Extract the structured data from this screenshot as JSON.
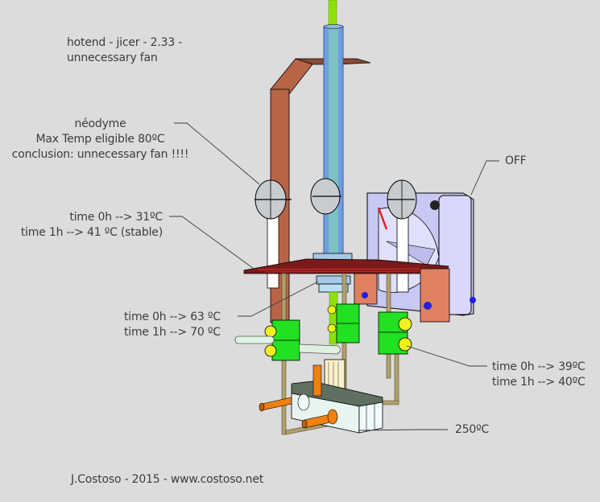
{
  "title": {
    "line1": "hotend - jicer - 2.33 -",
    "line2": "unnecessary fan"
  },
  "annotations": {
    "magnet": {
      "line1": "néodyme",
      "line2": "Max Temp eligible 80ºC",
      "line3": "conclusion: unnecessary fan !!!!"
    },
    "plate": {
      "line1": "time 0h --> 31ºC",
      "line2": "time 1h --> 41 ºC (stable)"
    },
    "barrel": {
      "line1": "time 0h --> 63 ºC",
      "line2": "time 1h --> 70 ºC"
    },
    "terminal": {
      "line1": "time 0h --> 39ºC",
      "line2": "time 1h --> 40ºC"
    },
    "heater_block": {
      "line1": "250ºC"
    },
    "fan": {
      "line1": "OFF"
    }
  },
  "footer": {
    "credit": "J.Costoso - 2015 - www.costoso.net"
  },
  "colors": {
    "background": "#dcdcdc",
    "text": "#3c3c3c",
    "copper": "#b86446",
    "ptfe_tube": "#6f9de0",
    "filament": "#8ee000",
    "terminal_block": "#22e022",
    "screw": "#f0f020",
    "fan_body": "#c8c8f4",
    "heater_block": "#e8f4f0",
    "heater_cartridge": "#f08010",
    "nozzle_nut": "#2020e0",
    "pcb_plate": "#8a1e1e"
  }
}
